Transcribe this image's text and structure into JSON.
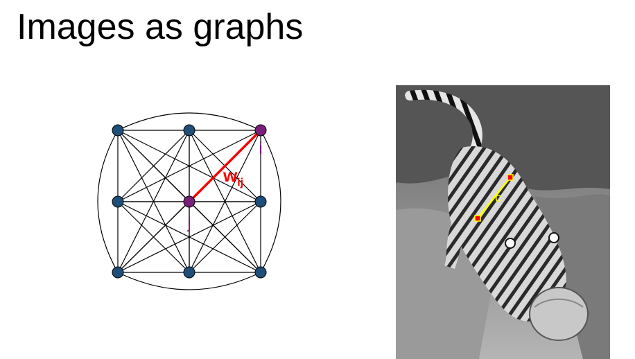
{
  "slide": {
    "title": "Images as graphs"
  },
  "graph": {
    "nodes": [
      {
        "id": "n00",
        "row": 0,
        "col": 0,
        "label": ""
      },
      {
        "id": "n01",
        "row": 0,
        "col": 1,
        "label": ""
      },
      {
        "id": "n02",
        "row": 0,
        "col": 2,
        "label": "i",
        "highlight": true
      },
      {
        "id": "n10",
        "row": 1,
        "col": 0,
        "label": ""
      },
      {
        "id": "n11",
        "row": 1,
        "col": 1,
        "label": "j",
        "highlight": true
      },
      {
        "id": "n12",
        "row": 1,
        "col": 2,
        "label": ""
      },
      {
        "id": "n20",
        "row": 2,
        "col": 0,
        "label": ""
      },
      {
        "id": "n21",
        "row": 2,
        "col": 1,
        "label": ""
      },
      {
        "id": "n22",
        "row": 2,
        "col": 2,
        "label": ""
      }
    ],
    "highlight_edge": {
      "from": "n02",
      "to": "n11",
      "label_main": "w",
      "label_sub": "ij"
    },
    "colors": {
      "node": "#1f4e79",
      "highlight_node": "#7a1f7a",
      "edge": "#000000",
      "highlight_edge": "#ff0000",
      "label": "#7a1f7a"
    }
  },
  "photo": {
    "subject": "tiger-photo",
    "annotation_label": "c",
    "colors": {
      "annotation_line": "#ffff00",
      "annotation_marker": "#ff0000"
    }
  }
}
